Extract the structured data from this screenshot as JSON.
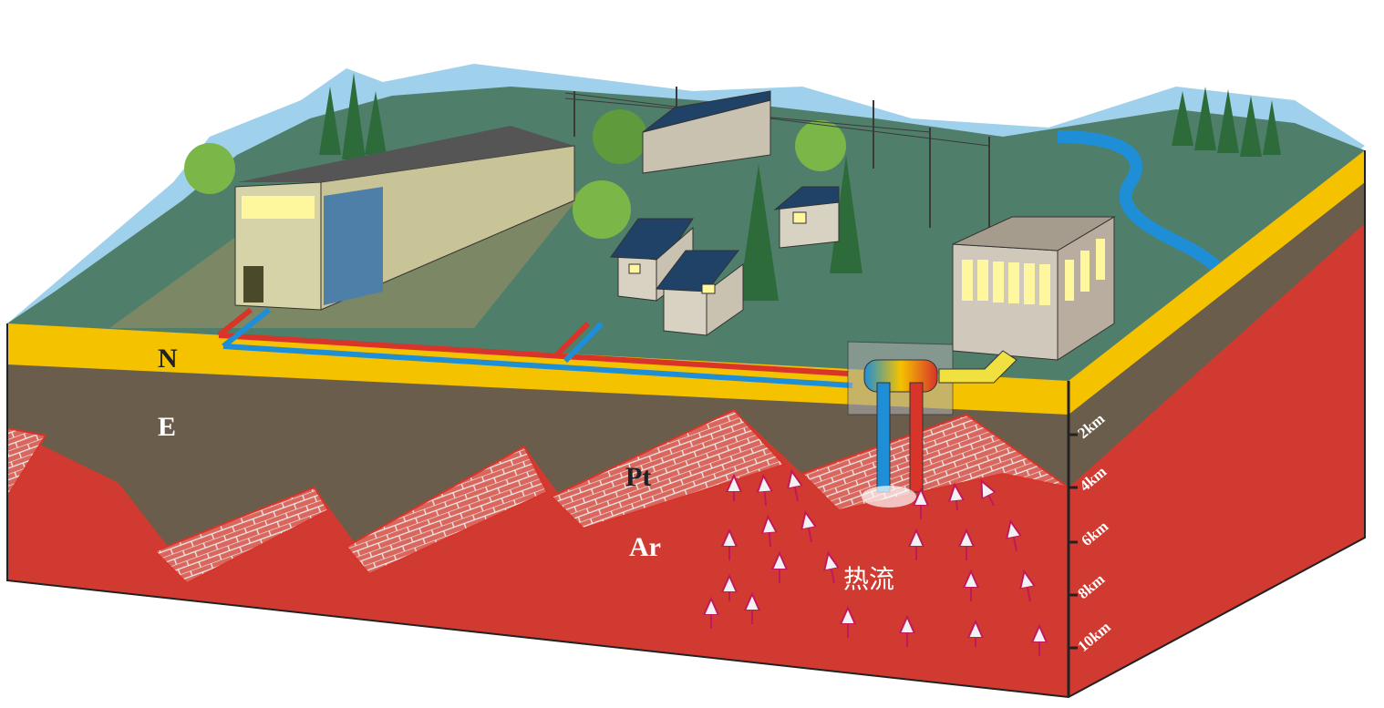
{
  "layers": {
    "n": "N",
    "e": "E",
    "pt": "Pt",
    "ar": "Ar"
  },
  "heat_flow_label": "热流",
  "depth_scale": [
    "2km",
    "4km",
    "6km",
    "8km",
    "10km"
  ],
  "colors": {
    "quaternary_yellow": "#f5c200",
    "tertiary_brown": "#6b5d4b",
    "basement_red": "#d13a30",
    "surface_green": "#4f7f6a",
    "hot_pipe": "#d8342a",
    "cold_pipe": "#1e8fd6"
  }
}
